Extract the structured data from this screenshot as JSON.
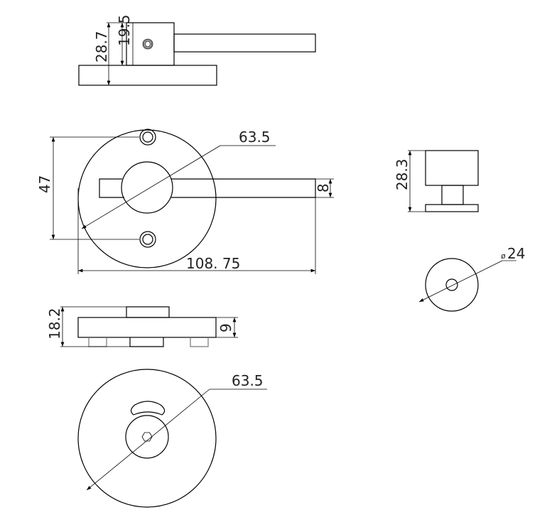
{
  "dimensions": {
    "top_view": {
      "overall_height": "28.7",
      "block_height": "19.5"
    },
    "front_view": {
      "diameter": "63.5",
      "hole_spacing": "47",
      "lever_width": "8",
      "overall_length": "108. 75"
    },
    "side_view": {
      "overall_height": "18.2",
      "plate_thickness": "9"
    },
    "knob_side": {
      "height": "28.3"
    },
    "knob_top": {
      "diameter_symbol": "ø",
      "diameter": "24"
    },
    "rear_view": {
      "diameter": "63.5"
    }
  }
}
